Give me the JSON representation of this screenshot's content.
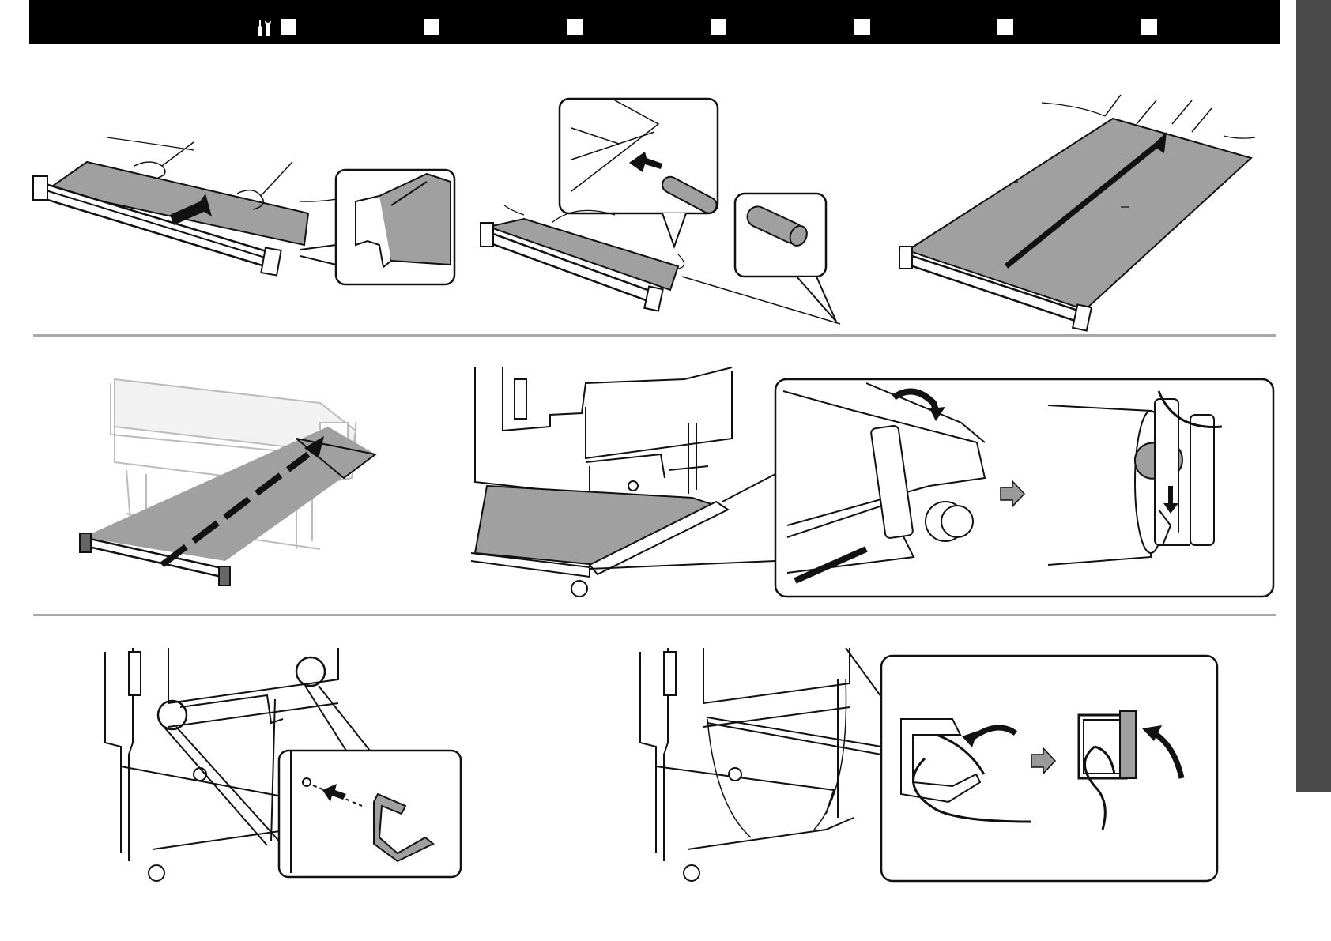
{
  "header": {
    "bar_color": "#000000",
    "icon": "tools-icon",
    "language_boxes": 7
  },
  "side_tab": {
    "color": "#4a4a4a"
  },
  "dividers": {
    "color": "#a8a8a8"
  },
  "colors": {
    "paper": "#a0a0a0",
    "outline": "#111111",
    "arrow_gray": "#9a9a9a",
    "printer_faded": "#bbbbbb"
  },
  "steps": [
    {
      "id": "roll-paper-onto-bar",
      "icon": "zoom-callout"
    },
    {
      "id": "insert-rod",
      "icon": "arrow-insert"
    },
    {
      "id": "unroll-paper",
      "icon": "arrow-up"
    },
    {
      "id": "place-under-printer",
      "icon": "arrow-up"
    },
    {
      "id": "attach-bar-to-stand",
      "icon": "rotate-arrow"
    },
    {
      "id": "attach-hooks",
      "icon": "arrow-insert"
    },
    {
      "id": "secure-cord",
      "icon": "rotate-arrow"
    }
  ]
}
